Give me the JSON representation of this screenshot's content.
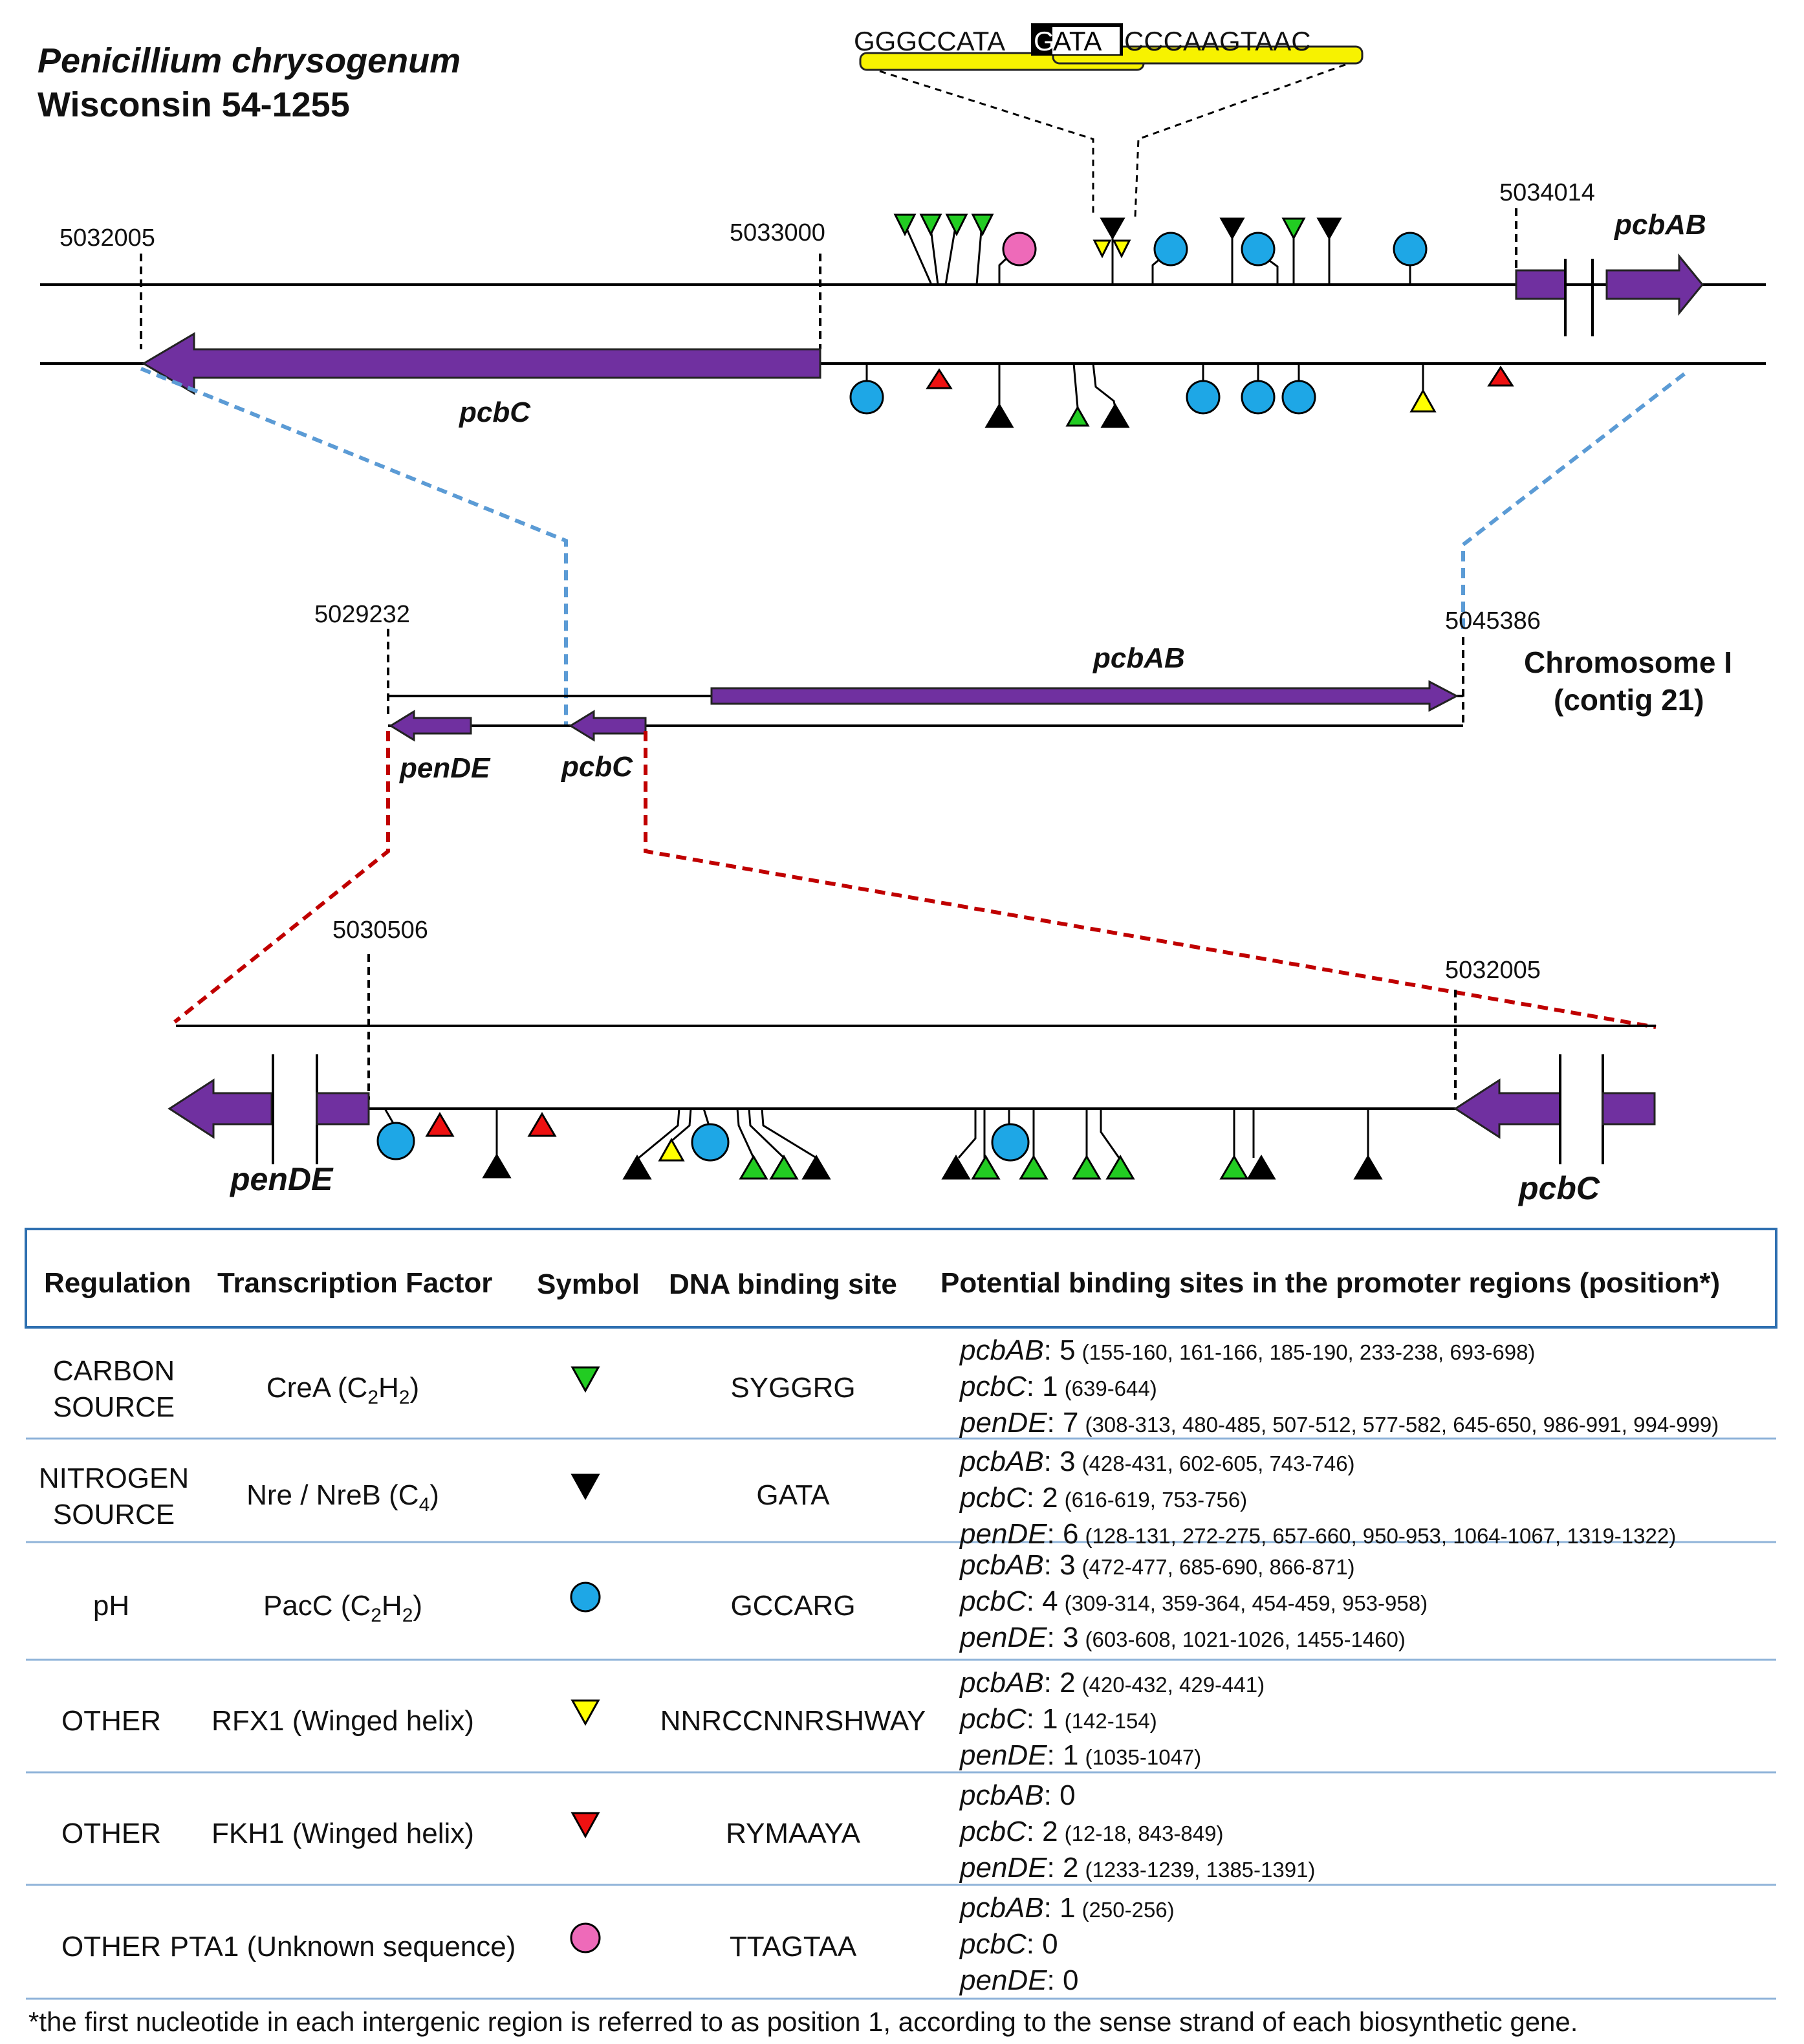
{
  "organism": {
    "line1": "Penicillium chrysogenum",
    "line2": "Wisconsin 54-1255"
  },
  "sequence": {
    "left": "GGGCCATA",
    "boxed": "GATA",
    "box_first": "G",
    "box_rest": "ATA",
    "right": "CCCAAGTAAC",
    "box_color": "#000000",
    "highlight_color": "#f7f200"
  },
  "panel_top": {
    "coord_left": "5032005",
    "coord_mid": "5033000",
    "coord_right": "5034014",
    "gene_c": "pcbC",
    "gene_ab": "pcbAB"
  },
  "panel_middle": {
    "coord_left": "5029232",
    "coord_right": "5045386",
    "gene_ab": "pcbAB",
    "gene_de": "penDE",
    "gene_c": "pcbC",
    "chromosome_line1": "Chromosome I",
    "chromosome_line2": "(contig 21)"
  },
  "panel_bottom": {
    "coord_left": "5030506",
    "coord_right": "5032005",
    "gene_de": "penDE",
    "gene_c": "pcbC"
  },
  "colors": {
    "gene_fill": "#7030a0",
    "crea_green": "#22cc22",
    "nre_black": "#000000",
    "pacc_blue": "#1ea7e6",
    "rfx1_yellow": "#ffff00",
    "fkh1_red": "#ee1111",
    "pta1_pink": "#ee6ab9",
    "blue_dash": "#5b9bd5",
    "red_dash": "#c00000",
    "table_border": "#2e6fb0",
    "row_rule": "#8fb3d9"
  },
  "table": {
    "headers": {
      "regulation": "Regulation",
      "factor": "Transcription Factor",
      "symbol": "Symbol",
      "site": "DNA binding site",
      "potential": "Potential binding sites in the promoter regions (position*)"
    },
    "rows": [
      {
        "regulation_line1": "CARBON",
        "regulation_line2": "SOURCE",
        "factor_pre": "CreA (C",
        "factor_sub1": "2",
        "factor_mid": "H",
        "factor_sub2": "2",
        "factor_post": ")",
        "symbol": "green-down-triangle-icon",
        "site": "SYGGRG",
        "sites": [
          {
            "gene": "pcbAB",
            "count": ": 5",
            "positions": "(155-160, 161-166, 185-190, 233-238, 693-698)"
          },
          {
            "gene": "pcbC",
            "count": ": 1",
            "positions": "(639-644)"
          },
          {
            "gene": "penDE",
            "count": ": 7",
            "positions": "(308-313, 480-485, 507-512, 577-582, 645-650, 986-991, 994-999)"
          }
        ]
      },
      {
        "regulation_line1": "NITROGEN",
        "regulation_line2": "SOURCE",
        "factor_pre": "Nre / NreB (C",
        "factor_sub1": "4",
        "factor_mid": "",
        "factor_sub2": "",
        "factor_post": ")",
        "symbol": "black-down-triangle-icon",
        "site": "GATA",
        "sites": [
          {
            "gene": "pcbAB",
            "count": ": 3",
            "positions": "(428-431, 602-605, 743-746)"
          },
          {
            "gene": "pcbC",
            "count": ": 2",
            "positions": "(616-619, 753-756)"
          },
          {
            "gene": "penDE",
            "count": ": 6",
            "positions": "(128-131, 272-275, 657-660, 950-953, 1064-1067, 1319-1322)"
          }
        ]
      },
      {
        "regulation_line1": "pH",
        "regulation_line2": "",
        "factor_pre": "PacC (C",
        "factor_sub1": "2",
        "factor_mid": "H",
        "factor_sub2": "2",
        "factor_post": ")",
        "symbol": "blue-circle-icon",
        "site": "GCCARG",
        "sites": [
          {
            "gene": "pcbAB",
            "count": ": 3",
            "positions": "(472-477, 685-690, 866-871)"
          },
          {
            "gene": "pcbC",
            "count": ": 4",
            "positions": "(309-314, 359-364, 454-459, 953-958)"
          },
          {
            "gene": "penDE",
            "count": ": 3",
            "positions": "(603-608, 1021-1026, 1455-1460)"
          }
        ]
      },
      {
        "regulation_line1": "OTHER",
        "regulation_line2": "",
        "factor_pre": "RFX1 (Winged helix)",
        "factor_sub1": "",
        "factor_mid": "",
        "factor_sub2": "",
        "factor_post": "",
        "symbol": "yellow-down-triangle-icon",
        "site": "NNRCCNNRSHWAY",
        "sites": [
          {
            "gene": "pcbAB",
            "count": ": 2",
            "positions": "(420-432, 429-441)"
          },
          {
            "gene": "pcbC",
            "count": ": 1",
            "positions": "(142-154)"
          },
          {
            "gene": "penDE",
            "count": ": 1",
            "positions": "(1035-1047)"
          }
        ]
      },
      {
        "regulation_line1": "OTHER",
        "regulation_line2": "",
        "factor_pre": "FKH1 (Winged helix)",
        "factor_sub1": "",
        "factor_mid": "",
        "factor_sub2": "",
        "factor_post": "",
        "symbol": "red-down-triangle-icon",
        "site": "RYMAAYA",
        "sites": [
          {
            "gene": "pcbAB",
            "count": ": 0",
            "positions": ""
          },
          {
            "gene": "pcbC",
            "count": ": 2",
            "positions": "(12-18, 843-849)"
          },
          {
            "gene": "penDE",
            "count": ": 2",
            "positions": "(1233-1239, 1385-1391)"
          }
        ]
      },
      {
        "regulation_line1": "OTHER",
        "regulation_line2": "",
        "factor_pre": "PTA1",
        "factor_sub1": "",
        "factor_mid": "",
        "factor_sub2": "",
        "factor_post": " (Unknown sequence)",
        "symbol": "pink-circle-icon",
        "site": "TTAGTAA",
        "sites": [
          {
            "gene": "pcbAB",
            "count": ": 1",
            "positions": "(250-256)"
          },
          {
            "gene": "pcbC",
            "count": ": 0",
            "positions": ""
          },
          {
            "gene": "penDE",
            "count": ": 0",
            "positions": ""
          }
        ]
      }
    ],
    "footnote": "*the first nucleotide in each intergenic region is referred to as position 1, according to the sense strand of each biosynthetic gene."
  }
}
